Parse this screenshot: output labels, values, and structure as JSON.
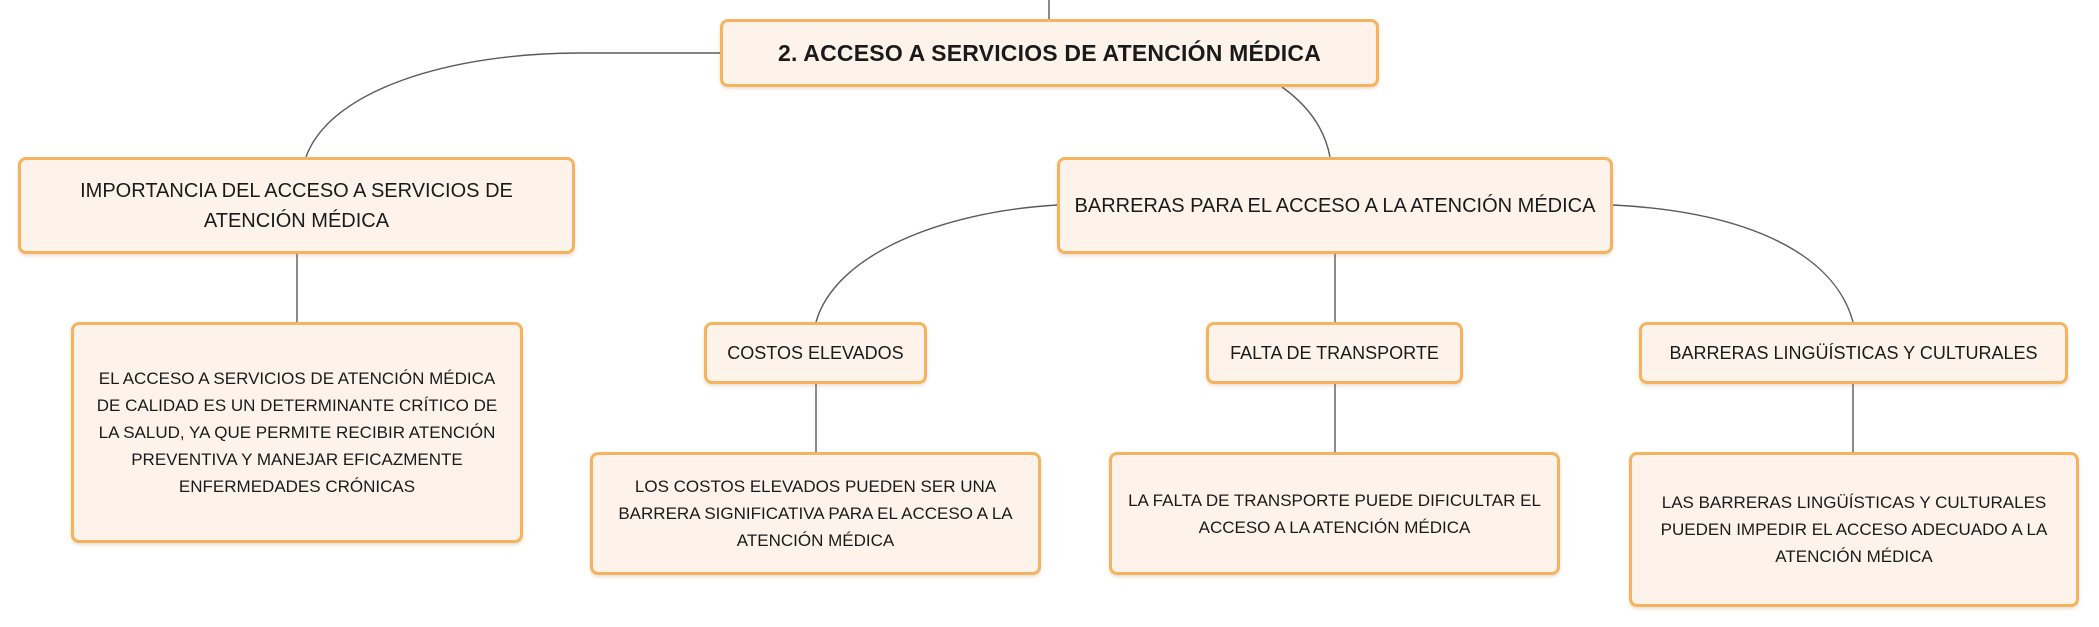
{
  "mindmap": {
    "root": {
      "label": "2. ACCESO A SERVICIOS DE ATENCIÓN MÉDICA"
    },
    "importancia": {
      "label": "IMPORTANCIA DEL ACCESO A SERVICIOS DE ATENCIÓN MÉDICA",
      "detail": "EL ACCESO A SERVICIOS DE ATENCIÓN MÉDICA DE CALIDAD ES UN DETERMINANTE CRÍTICO DE LA SALUD, YA QUE PERMITE RECIBIR ATENCIÓN PREVENTIVA Y MANEJAR EFICAZMENTE ENFERMEDADES CRÓNICAS"
    },
    "barreras": {
      "label": "BARRERAS PARA EL ACCESO A LA ATENCIÓN MÉDICA",
      "children": [
        {
          "label": "COSTOS ELEVADOS",
          "detail": "LOS COSTOS ELEVADOS PUEDEN SER UNA BARRERA SIGNIFICATIVA PARA EL ACCESO A LA ATENCIÓN MÉDICA"
        },
        {
          "label": "FALTA DE TRANSPORTE",
          "detail": "LA FALTA DE TRANSPORTE PUEDE DIFICULTAR EL ACCESO A LA ATENCIÓN MÉDICA"
        },
        {
          "label": "BARRERAS LINGÜÍSTICAS Y CULTURALES",
          "detail": "LAS BARRERAS LINGÜÍSTICAS Y CULTURALES PUEDEN IMPEDIR EL ACCESO ADECUADO A LA ATENCIÓN MÉDICA"
        }
      ]
    }
  },
  "theme": {
    "node_fill": "#fdf3ea",
    "node_border": "#f5b35f",
    "connector": "#5a5a5a"
  }
}
